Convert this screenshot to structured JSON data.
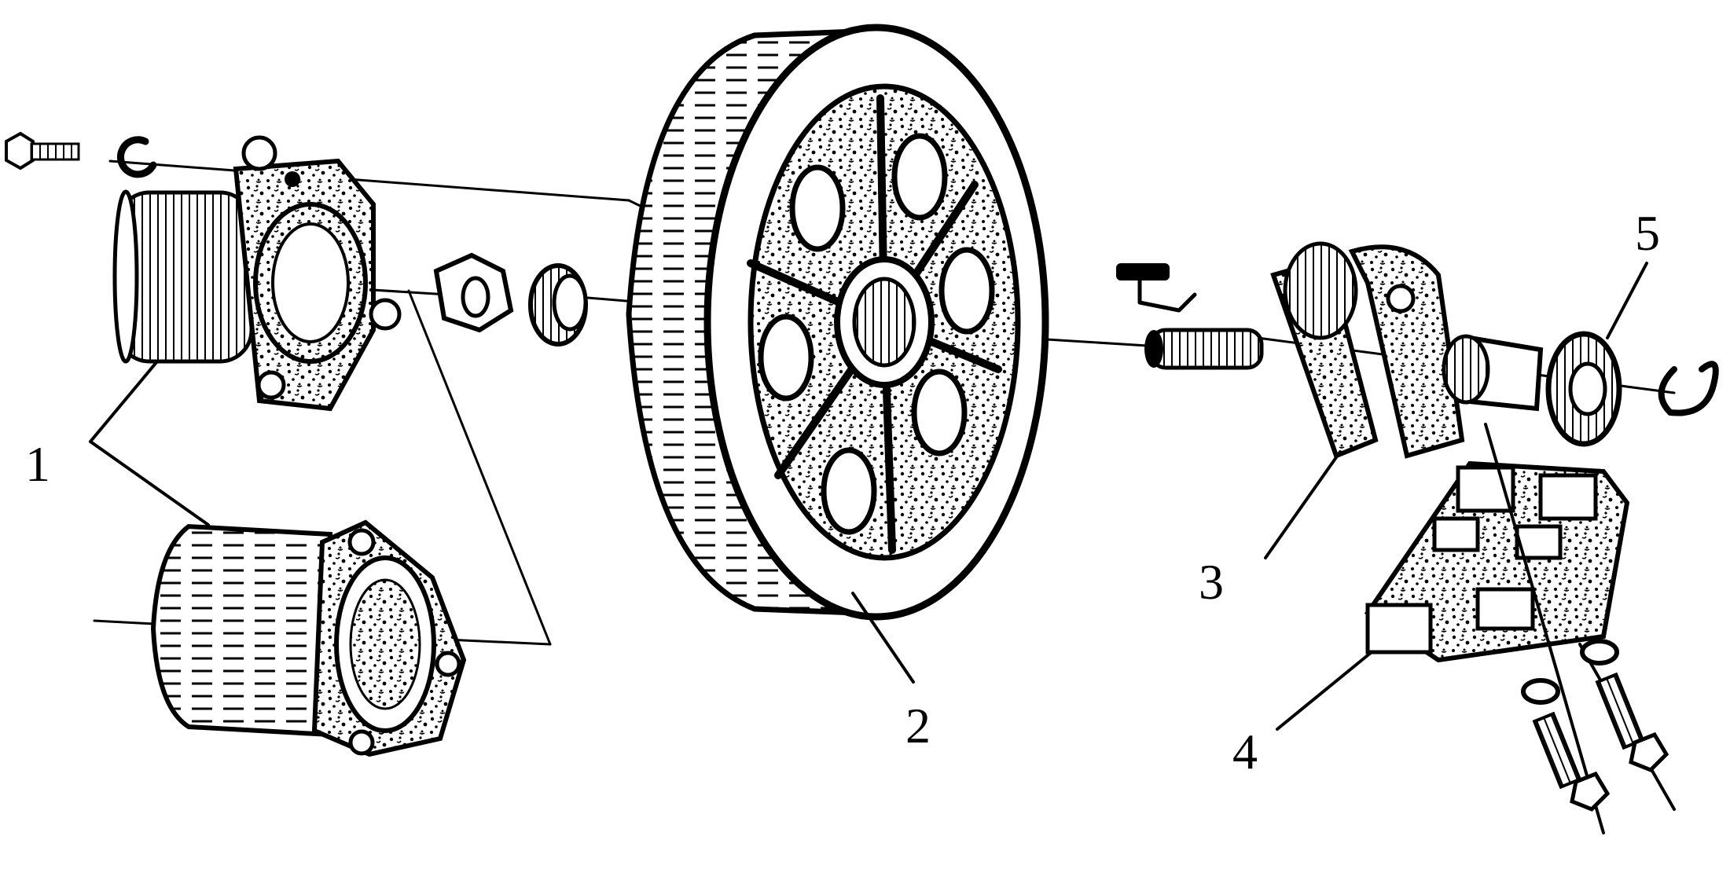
{
  "diagram": {
    "labels": [
      {
        "id": "1",
        "text": "1"
      },
      {
        "id": "2",
        "text": "2"
      },
      {
        "id": "3",
        "text": "3"
      },
      {
        "id": "4",
        "text": "4"
      },
      {
        "id": "5",
        "text": "5"
      }
    ],
    "ink_color": "#000000",
    "background_color": "#ffffff"
  }
}
